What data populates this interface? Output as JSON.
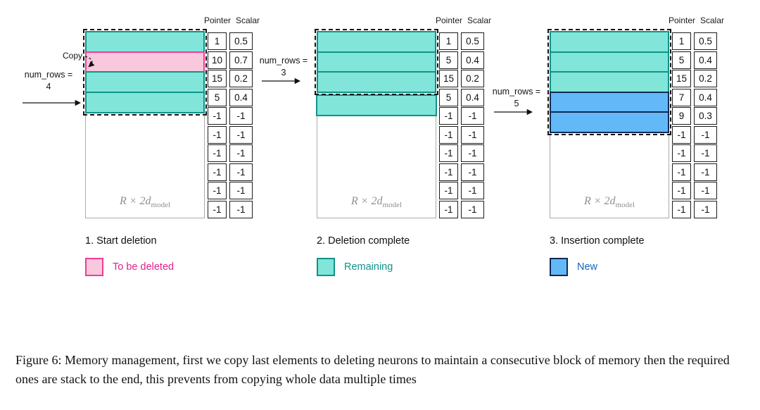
{
  "headers": {
    "pointer": "Pointer",
    "scalar": "Scalar"
  },
  "shared": {
    "matrix_label_main": "R × 2d",
    "matrix_label_sub": "model",
    "num_rows_prefix": "num_rows =",
    "copy_label": "Copy"
  },
  "panels": [
    {
      "num_rows": "4",
      "rows": [
        "teal",
        "pink",
        "teal",
        "teal"
      ],
      "tail_rows": [],
      "pointer": [
        "1",
        "10",
        "15",
        "5",
        "-1",
        "-1",
        "-1",
        "-1",
        "-1",
        "-1"
      ],
      "scalar": [
        "0.5",
        "0.7",
        "0.2",
        "0.4",
        "-1",
        "-1",
        "-1",
        "-1",
        "-1",
        "-1"
      ],
      "caption": "1. Start deletion",
      "legend_label": "To be deleted",
      "legend_color": "pink"
    },
    {
      "num_rows": "3",
      "rows": [
        "teal",
        "teal",
        "teal"
      ],
      "tail_rows": [
        "teal"
      ],
      "pointer": [
        "1",
        "5",
        "15",
        "5",
        "-1",
        "-1",
        "-1",
        "-1",
        "-1",
        "-1"
      ],
      "scalar": [
        "0.5",
        "0.4",
        "0.2",
        "0.4",
        "-1",
        "-1",
        "-1",
        "-1",
        "-1",
        "-1"
      ],
      "caption": "2. Deletion complete",
      "legend_label": "Remaining",
      "legend_color": "teal"
    },
    {
      "num_rows": "5",
      "rows": [
        "teal",
        "teal",
        "teal",
        "blue",
        "blue"
      ],
      "tail_rows": [],
      "pointer": [
        "1",
        "5",
        "15",
        "7",
        "9",
        "-1",
        "-1",
        "-1",
        "-1",
        "-1"
      ],
      "scalar": [
        "0.5",
        "0.4",
        "0.2",
        "0.4",
        "0.3",
        "-1",
        "-1",
        "-1",
        "-1",
        "-1"
      ],
      "caption": "3. Insertion complete",
      "legend_label": "New",
      "legend_color": "blue"
    }
  ],
  "colors": {
    "teal_fill": "#82e5da",
    "teal_border": "#0d9488",
    "pink_fill": "#f9c8dc",
    "pink_border": "#ee3d96",
    "blue_fill": "#63b9f7",
    "blue_border": "#0e2a55",
    "legend_text_pink": "#e0218a",
    "legend_text_teal": "#0d9488",
    "legend_text_blue": "#1565c0"
  },
  "figure_caption": "Figure 6: Memory management, first we copy last elements to deleting neurons to maintain a consecutive block of memory then the required ones are stack to the end, this prevents from copying whole data multiple times"
}
